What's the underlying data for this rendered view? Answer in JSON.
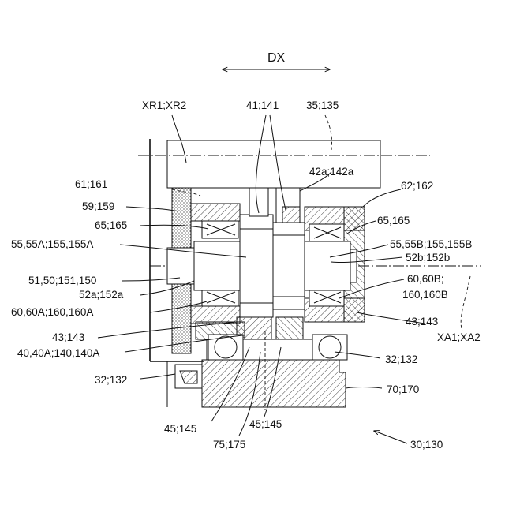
{
  "labels": {
    "dx": "DX",
    "xr": "XR1;XR2",
    "l41": "41;141",
    "l35": "35;135",
    "l42": "42a;142a",
    "l61": "61;161",
    "l62": "62;162",
    "l59": "59;159",
    "l65a": "65;165",
    "l65b": "65,165",
    "l55a": "55,55A;155,155A",
    "l55b": "55,55B;155,155B",
    "l52b": "52b;152b",
    "l51": "51,50;151,150",
    "l52a": "52a;152a",
    "l60b1": "60,60B;",
    "l60b2": "160,160B",
    "l60a": "60,60A;160,160A",
    "l43a": "43;143",
    "l43b": "43;143",
    "lxa": "XA1;XA2",
    "l40": "40,40A;140,140A",
    "l32b": "32;132",
    "l32a": "32;132",
    "l70": "70;170",
    "l45a": "45;145",
    "l45b": "45;145",
    "l75": "75;175",
    "l30": "30;130"
  }
}
